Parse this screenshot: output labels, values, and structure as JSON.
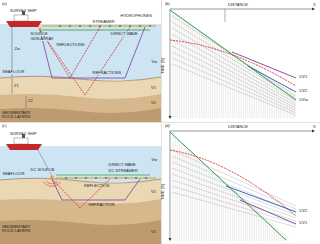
{
  "diagram": {
    "labels": [
      "(a)",
      "SURVEY SHIP",
      "SOURCE",
      "GUN ARRAY",
      "STREAMER",
      "HYDROPHONES",
      "DIRECT WAVE",
      "REFLECTIONS",
      "REFRACTIONS",
      "SEAFLOOR",
      "SEDIMENTARY ROCK LAYERS",
      "Zw",
      "Z1",
      "Z2",
      "Vw",
      "V1",
      "V2",
      "(b)",
      "DISTANCE",
      "X",
      "TIME (S)",
      "1/V1",
      "1/V2",
      "1/Vw",
      "(c)",
      "SURVEY SHIP",
      "SEAFLOOR",
      "DC SOURCE",
      "DC STREAMER",
      "DIRECT WAVE",
      "REFLECTION",
      "REFRACTION",
      "SEDIMENTARY ROCK LAYERS",
      "Vw",
      "V1",
      "V2",
      "(d)",
      "DISTANCE",
      "X",
      "TIME (S)",
      "1/V2",
      "1/V1"
    ]
  }
}
